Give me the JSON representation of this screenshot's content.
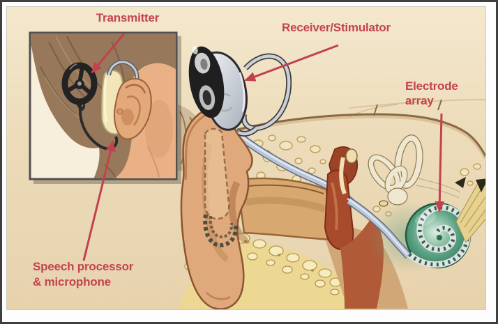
{
  "labels": {
    "transmitter": "Transmitter",
    "receiver_stimulator": "Receiver/Stimulator",
    "electrode_array": "Electrode\narray",
    "speech_processor_microphone": "Speech processor\n& microphone"
  },
  "colors": {
    "label_text": "#c2444f",
    "leader_arrow": "#c2414e",
    "canvas_background": "#ecd9b8",
    "inset_background": "#f7efdc",
    "frame_border": "#3f3f3f",
    "cochlea_green": "#4f9a79",
    "electrode_lead": "#b9c5d8",
    "bone_tan": "#e9d6a6",
    "middle_ear_red": "#a84a2c"
  }
}
